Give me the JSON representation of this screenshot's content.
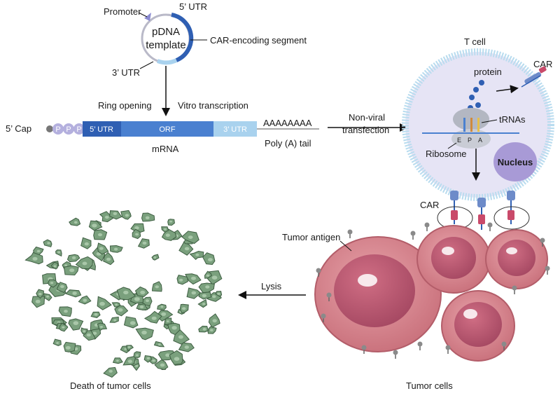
{
  "plasmid": {
    "title_line1": "pDNA",
    "title_line2": "template",
    "promoter": "Promoter",
    "utr5": "5’ UTR",
    "utr3": "3’ UTR",
    "car_segment": "CAR-encoding segment"
  },
  "steps": {
    "ring_opening": "Ring opening",
    "vitro_transcription": "Vitro transcription",
    "transfection_line1": "Non-viral",
    "transfection_line2": "transfection",
    "lysis": "Lysis"
  },
  "mrna": {
    "cap": "5’ Cap",
    "p_labels": [
      "P",
      "P",
      "P"
    ],
    "utr5": "5’ UTR",
    "orf": "ORF",
    "utr3": "3’ UTR",
    "polya_seq": "AAAAAAAA",
    "polya_label": "Poly (A) tail",
    "label": "mRNA"
  },
  "tcell": {
    "title": "T cell",
    "protein": "protein",
    "car": "CAR",
    "trnas": "tRNAs",
    "ribosome": "Ribosome",
    "sites": [
      "E",
      "P",
      "A"
    ],
    "nucleus": "Nucleus"
  },
  "tumor": {
    "car": "CAR",
    "antigen": "Tumor antigen",
    "cells_label": "Tumor cells",
    "death_label": "Death of tumor cells"
  },
  "colors": {
    "utr5": "#2f5fb3",
    "orf": "#4a80d0",
    "utr3": "#a9d2ee",
    "plasmid_blue": "#2f5fb3",
    "cell_fill": "#e6e4f5",
    "cell_border": "#b9dcef",
    "nucleus": "#a89ad6",
    "tumor": "#d7868f",
    "dead_cell": "#6f9a72"
  }
}
